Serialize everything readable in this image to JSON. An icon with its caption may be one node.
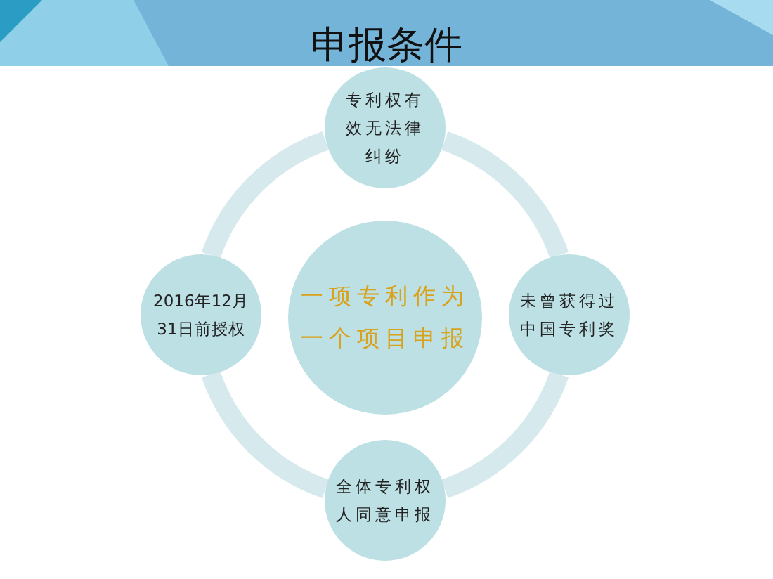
{
  "diagram": {
    "title": "申报条件",
    "nodes": [
      {
        "text": [
          "专利权有效无法律纠纷"
        ]
      },
      {
        "text": [
          "2016年12月31日前授权"
        ]
      },
      {
        "text": [
          "一项专利作为一个项目申报"
        ]
      },
      {
        "text": [
          "未曾获得过中国专利奖"
        ]
      },
      {
        "text": [
          "全体专利权人同意申报"
        ]
      }
    ],
    "edges": [
      {
        "from": 0,
        "to": 3,
        "arrow": "none"
      },
      {
        "from": 3,
        "to": 4,
        "arrow": "none"
      },
      {
        "from": 4,
        "to": 1,
        "arrow": "none"
      },
      {
        "from": 1,
        "to": 0,
        "arrow": "none"
      }
    ]
  }
}
